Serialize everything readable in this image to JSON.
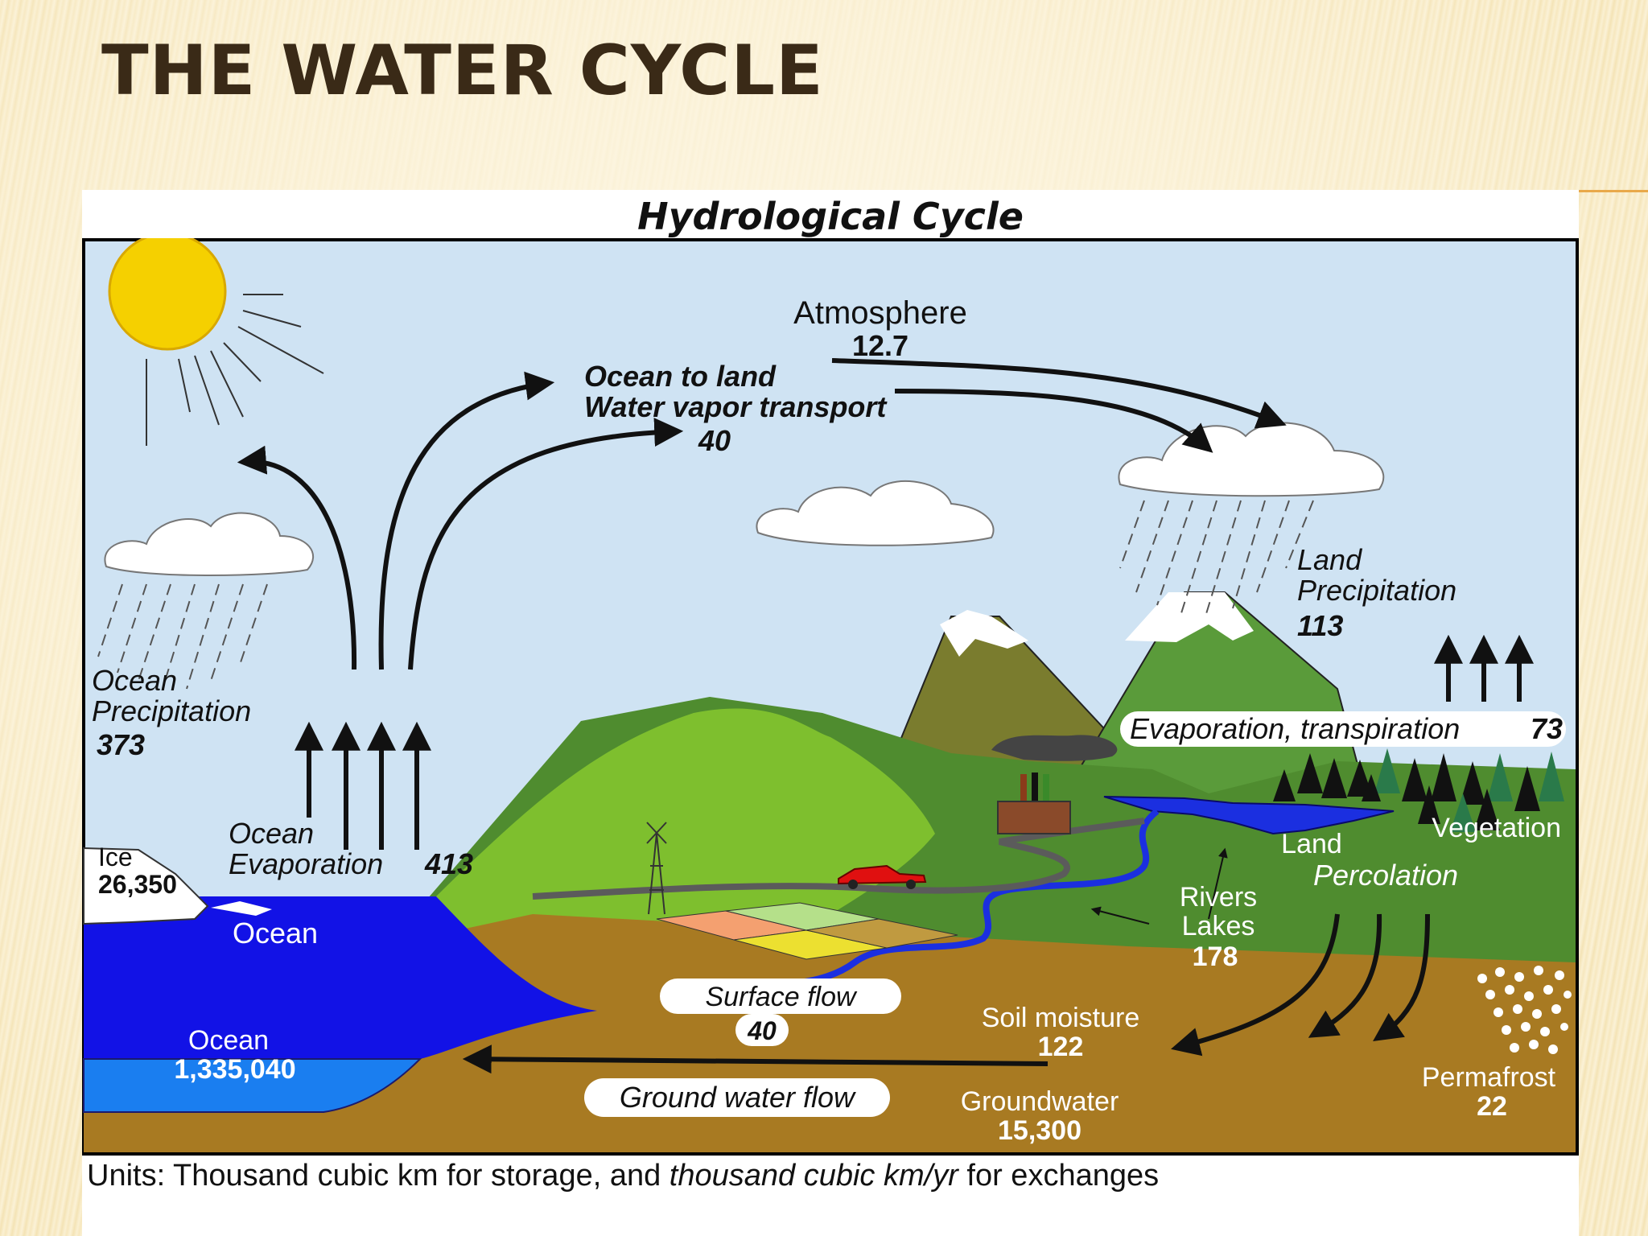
{
  "slide": {
    "title": "THE WATER CYCLE"
  },
  "diagram": {
    "title": "Hydrological Cycle",
    "units": {
      "prefix": "Units: Thousand cubic km for storage, and ",
      "italic": "thousand cubic km/yr",
      "suffix": " for exchanges"
    },
    "labels": {
      "atmosphere": "Atmosphere",
      "atmosphere_value": "12.7",
      "transport_line1": "Ocean to land",
      "transport_line2": "Water vapor transport",
      "transport_value": "40",
      "land_precip_line1": "Land",
      "land_precip_line2": "Precipitation",
      "land_precip_value": "113",
      "ocean_precip_line1": "Ocean",
      "ocean_precip_line2": "Precipitation",
      "ocean_precip_value": "373",
      "evap_transp": "Evaporation, transpiration",
      "evap_transp_value": "73",
      "ocean_evap_line1": "Ocean",
      "ocean_evap_line2": "Evaporation",
      "ocean_evap_value": "413",
      "ice": "Ice",
      "ice_value": "26,350",
      "ocean_surface": "Ocean",
      "ocean_deep": "Ocean",
      "ocean_deep_value": "1,335,040",
      "vegetation": "Vegetation",
      "land": "Land",
      "percolation": "Percolation",
      "rivers_line1": "Rivers",
      "rivers_line2": "Lakes",
      "rivers_value": "178",
      "surface_flow": "Surface flow",
      "surface_flow_value": "40",
      "soil_moisture": "Soil moisture",
      "soil_moisture_value": "122",
      "ground_water_flow": "Ground water flow",
      "groundwater": "Groundwater",
      "groundwater_value": "15,300",
      "permafrost": "Permafrost",
      "permafrost_value": "22"
    }
  },
  "colors": {
    "title_text": "#3a2a17",
    "sky": "#cfe3f3",
    "ocean": "#1212e6",
    "deep_ocean": "#1a7ef0",
    "land_green": "#4f8c2f",
    "light_green": "#7ebf2e",
    "soil": "#a87a22",
    "sun": "#f5d000",
    "river": "#1b2fe0"
  }
}
